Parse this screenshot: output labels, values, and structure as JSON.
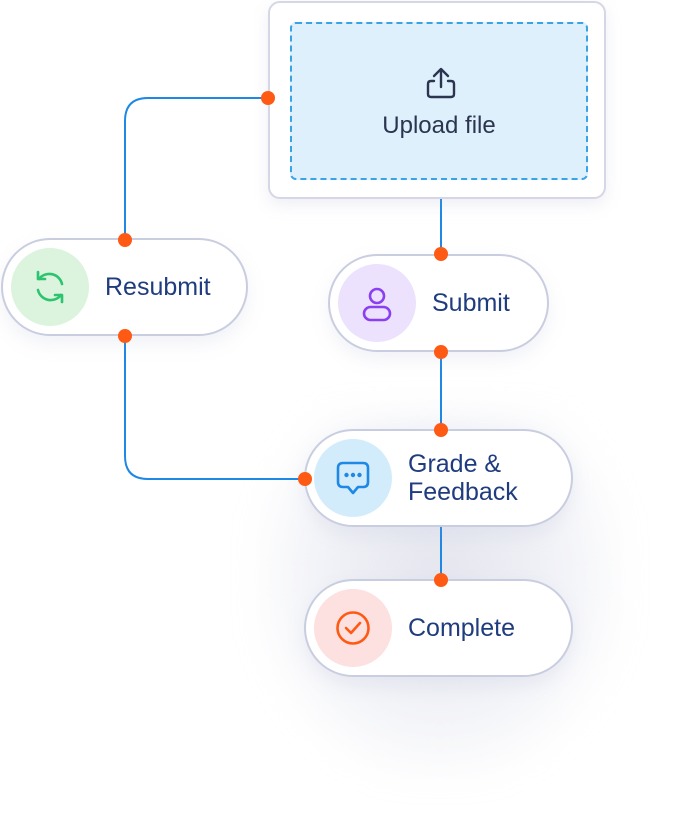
{
  "upload": {
    "label": "Upload file",
    "icon": "upload-icon"
  },
  "steps": {
    "resubmit": {
      "label": "Resubmit",
      "icon": "refresh-icon"
    },
    "submit": {
      "label": "Submit",
      "icon": "user-icon"
    },
    "grade": {
      "label": "Grade &\nFeedback",
      "icon": "chat-icon"
    },
    "complete": {
      "label": "Complete",
      "icon": "check-circle-icon"
    }
  },
  "colors": {
    "connector": "#1e88e5",
    "connector_dot": "#ff5a14",
    "label_text": "#1f3c7e",
    "upload_fill": "#def0fc",
    "upload_border": "#3aa3e6"
  }
}
